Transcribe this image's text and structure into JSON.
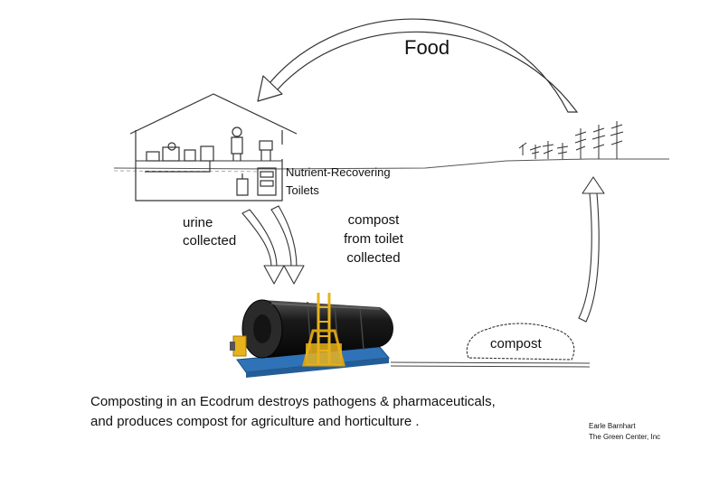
{
  "diagram": {
    "food_label": "Food",
    "toilets_label": [
      "Nutrient-Recovering",
      "Toilets"
    ],
    "urine_label": [
      "urine",
      "collected"
    ],
    "compost_toilet_label": [
      "compost",
      "from toilet",
      "collected"
    ],
    "compost_heap_label": "compost",
    "caption": [
      "Composting in an Ecodrum destroys pathogens & pharmaceuticals,",
      "and produces compost for agriculture and horticulture ."
    ],
    "credit": [
      "Earle Barnhart",
      "The Green Center, Inc"
    ],
    "colors": {
      "drum": "#1a1a1a",
      "frame_yellow": "#e8b21c",
      "base_blue": "#2f72b8",
      "line": "#333333"
    }
  }
}
